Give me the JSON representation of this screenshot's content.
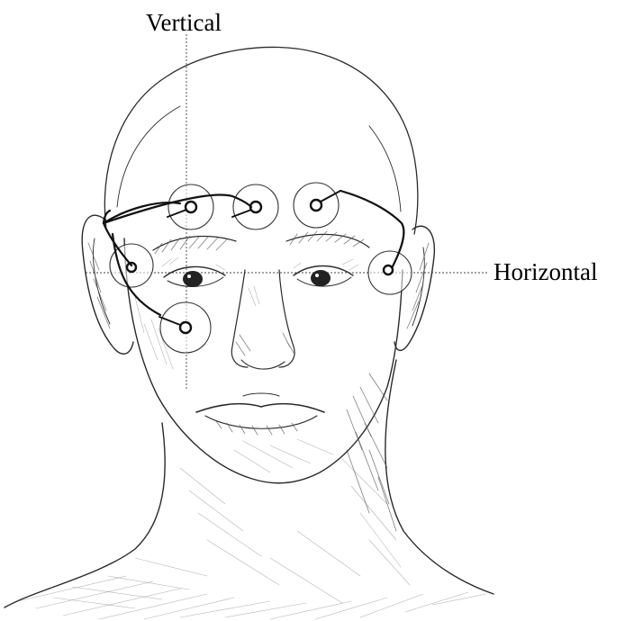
{
  "labels": {
    "vertical": "Vertical",
    "horizontal": "Horizontal"
  },
  "electrodes": {
    "vertical_channel": [
      "above-left-eye",
      "below-left-eye"
    ],
    "horizontal_channel": [
      "left-temple",
      "right-temple"
    ],
    "forehead": [
      "forehead-center",
      "forehead-right"
    ]
  }
}
